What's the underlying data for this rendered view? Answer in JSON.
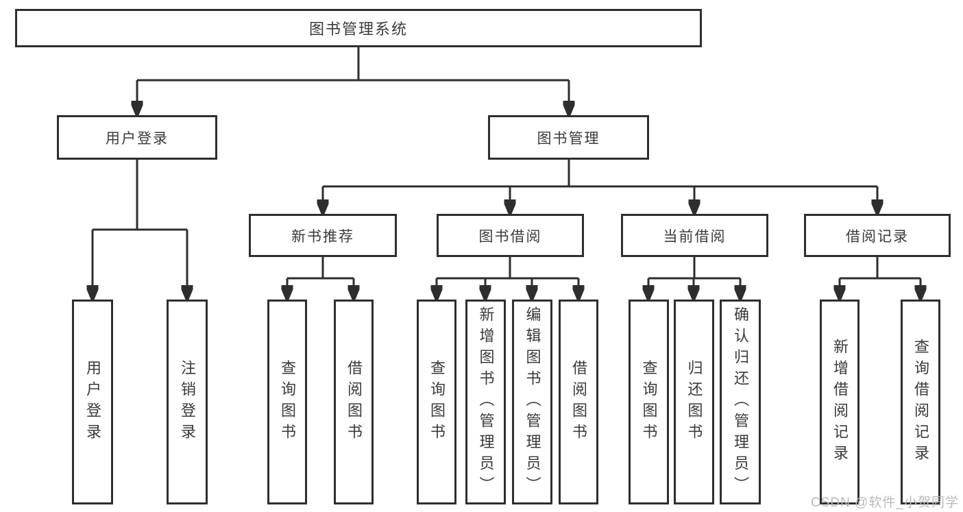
{
  "tree": {
    "label": "图书管理系统",
    "children": [
      {
        "label": "用户登录",
        "children": [
          {
            "label": "用户登录"
          },
          {
            "label": "注销登录"
          }
        ]
      },
      {
        "label": "图书管理",
        "children": [
          {
            "label": "新书推荐",
            "children": [
              {
                "label": "查询图书"
              },
              {
                "label": "借阅图书"
              }
            ]
          },
          {
            "label": "图书借阅",
            "children": [
              {
                "label": "查询图书"
              },
              {
                "label": "新增图书（管理员）"
              },
              {
                "label": "编辑图书（管理员）"
              },
              {
                "label": "借阅图书"
              }
            ]
          },
          {
            "label": "当前借阅",
            "children": [
              {
                "label": "查询图书"
              },
              {
                "label": "归还图书"
              },
              {
                "label": "确认归还（管理员）"
              }
            ]
          },
          {
            "label": "借阅记录",
            "children": [
              {
                "label": "新增借阅记录"
              },
              {
                "label": "查询借阅记录"
              }
            ]
          }
        ]
      }
    ]
  },
  "watermark": "CSDN @软件_小贺同学",
  "colors": {
    "line": "#2e2e2e",
    "text": "#3a3a3a",
    "background": "#ffffff",
    "watermark_color": "#b9b9b9"
  }
}
